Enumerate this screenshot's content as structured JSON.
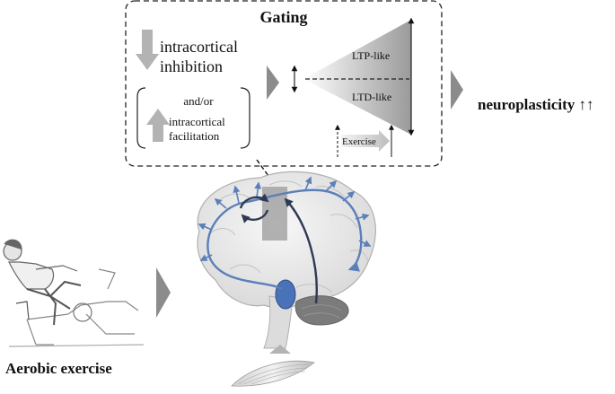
{
  "gating_box": {
    "title": "Gating",
    "inhibition_line1": "intracortical",
    "inhibition_line2": "inhibition",
    "and_or": "and/or",
    "facilitation_line1": "intracortical",
    "facilitation_line2": "facilitation",
    "ltp_label": "LTP-like",
    "ltd_label": "LTD-like",
    "exercise_label": "Exercise"
  },
  "outcome": {
    "label": "neuroplasticity ↑↑"
  },
  "left_panel": {
    "label": "Aerobic exercise"
  },
  "colors": {
    "pathway_blue": "#5b7fb9",
    "dark_arrow": "#2e3a55",
    "gray_arrow": "#a6a6a6",
    "chevron_gray": "#8c8c8c",
    "cerebellum_gray": "#7b7b7b",
    "brain_fill": "#eeeeee",
    "thalamus_blue": "#4a72b8"
  }
}
